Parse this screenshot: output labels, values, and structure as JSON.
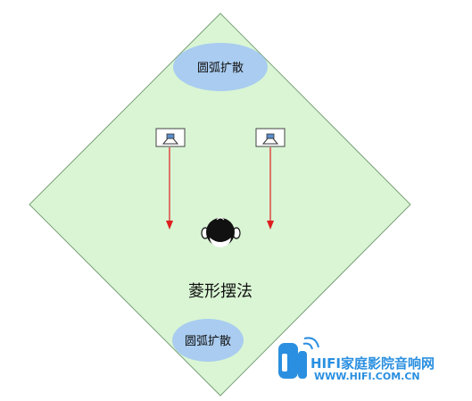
{
  "diagram": {
    "title": "菱形摆法",
    "diffuser_top_label": "圆弧扩散",
    "diffuser_bottom_label": "圆弧扩散"
  },
  "watermark": {
    "line1": "HIFI家庭影院音响网",
    "line2": "WWW.HIFI.COM.CN",
    "icon": "hifi-logo-icon"
  },
  "colors": {
    "room_fill": "#d9f5d4",
    "room_stroke": "#7aa07a",
    "diffuser_fill": "#a9ccf0",
    "arrow": "#dd1f1f",
    "watermark": "#2a8fe0"
  }
}
